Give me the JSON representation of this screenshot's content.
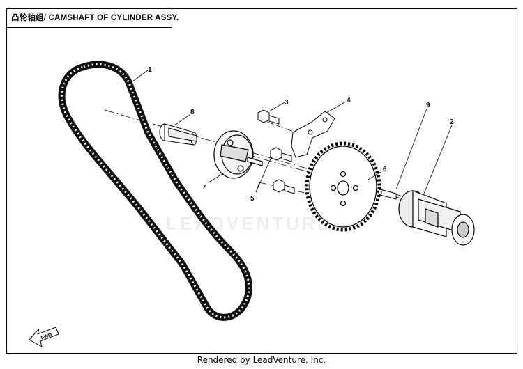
{
  "header": {
    "title": "凸轮轴组/ CAMSHAFT OF CYLINDER ASSY."
  },
  "callouts": [
    {
      "id": "1",
      "label": "1"
    },
    {
      "id": "2",
      "label": "2"
    },
    {
      "id": "3",
      "label": "3"
    },
    {
      "id": "4",
      "label": "4"
    },
    {
      "id": "5",
      "label": "5"
    },
    {
      "id": "6",
      "label": "6"
    },
    {
      "id": "7",
      "label": "7"
    },
    {
      "id": "8",
      "label": "8"
    },
    {
      "id": "9",
      "label": "9"
    }
  ],
  "fwd_label": "FWD",
  "watermark": "LEADVENTURE",
  "footer": {
    "text": "Rendered by LeadVenture, Inc."
  },
  "icons": {
    "direction": "fwd-arrow-icon"
  }
}
